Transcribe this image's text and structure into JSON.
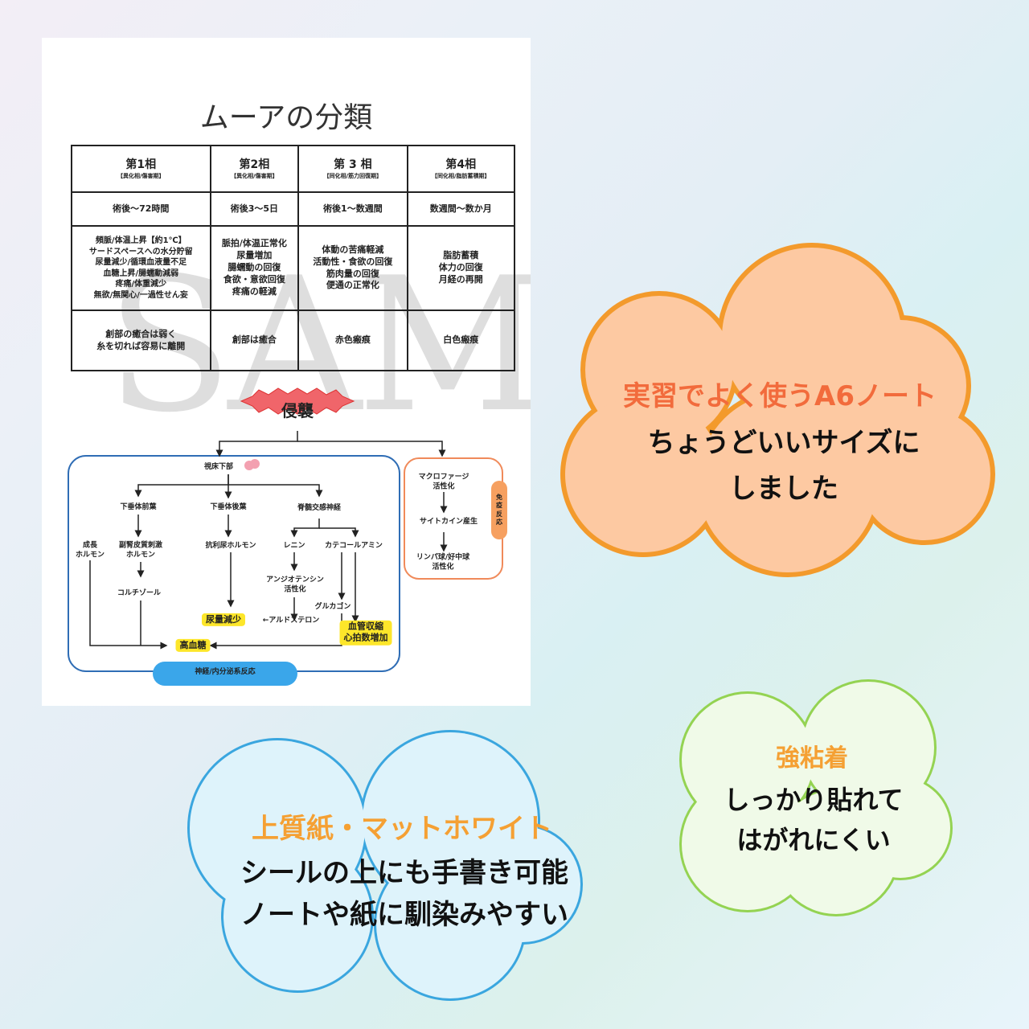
{
  "sheet": {
    "title": "ムーアの分類",
    "watermark": "SAM",
    "phases": [
      {
        "name": "第1相",
        "sub": "【異化相/傷害期】",
        "period": "術後～72時間",
        "signs": [
          "頻脈/体温上昇【約1℃】",
          "サードスペースへの水分貯留",
          "尿量減少/循環血液量不足",
          "血糖上昇/腸蠕動減弱",
          "疼痛/体重減少",
          "無欲/無関心/一過性せん妄"
        ],
        "wound": "創部の癒合は弱く\n糸を切れば容易に離開"
      },
      {
        "name": "第2相",
        "sub": "【異化相/傷害期】",
        "period": "術後3～5日",
        "signs": [
          "脈拍/体温正常化",
          "尿量増加",
          "腸蠕動の回復",
          "食欲・意欲回復",
          "疼痛の軽減"
        ],
        "wound": "創部は癒合"
      },
      {
        "name": "第 3 相",
        "sub": "【同化相/筋力回復期】",
        "period": "術後1～数週間",
        "signs": [
          "体動の苦痛軽減",
          "活動性・食欲の回復",
          "筋肉量の回復",
          "便通の正常化"
        ],
        "wound": "赤色瘢痕"
      },
      {
        "name": "第4相",
        "sub": "【同化相/脂肪蓄積期】",
        "period": "数週間～数か月",
        "signs": [
          "脂肪蓄積",
          "体力の回復",
          "月経の再開"
        ],
        "wound": "白色瘢痕"
      }
    ],
    "diagram": {
      "root": "侵襲",
      "hypothalamus": "視床下部",
      "anterior": "下垂体前葉",
      "posterior": "下垂体後葉",
      "sympathetic": "脊髄交感神経",
      "gh": "成長\nホルモン",
      "acth": "副腎皮質刺激\nホルモン",
      "adh": "抗利尿ホルモン",
      "renin": "レニン",
      "catecholamine": "カテコールアミン",
      "angiotensin": "アンジオテンシン\n活性化",
      "cortisol": "コルチゾール",
      "glucagon": "グルカゴン",
      "aldosterone": "←アルドステロン",
      "oliguria": "尿量減少",
      "vaso": "血管収縮\n心拍数増加",
      "hyperglycemia": "高血糖",
      "neuro_label": "神経/内分泌系反応",
      "macrophage": "マクロファージ\n活性化",
      "cytokine": "サイトカイン産生",
      "lymph": "リンパ球/好中球\n活性化",
      "immune_label": "免疫反応"
    }
  },
  "clouds": {
    "orange": {
      "headline": "実習でよく使うA6ノート",
      "line1": "ちょうどいいサイズに",
      "line2": "しました"
    },
    "blue": {
      "headline": "上質紙・マットホワイト",
      "line1": "シールの上にも手書き可能",
      "line2": "ノートや紙に馴染みやすい"
    },
    "green": {
      "headline": "強粘着",
      "line1": "しっかり貼れて",
      "line2": "はがれにくい"
    }
  },
  "colors": {
    "orange_border": "#f39a2c",
    "orange_fill": "#fdc9a2",
    "blue_border": "#3aa6df",
    "blue_fill": "#def3fb",
    "green_border": "#94d352",
    "green_fill": "#f0fae8",
    "headline_orange": "#f5a033",
    "headline_red": "#f26b3c"
  }
}
